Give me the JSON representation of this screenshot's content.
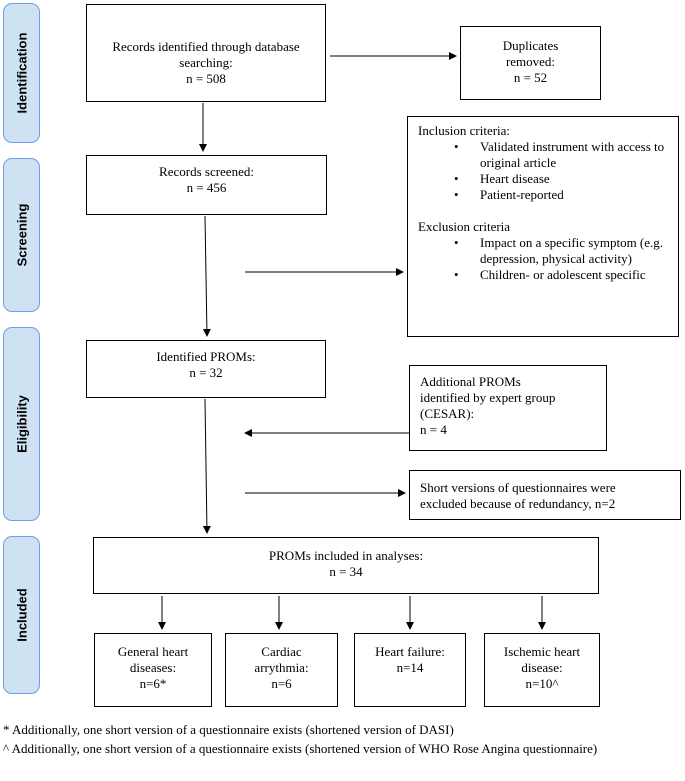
{
  "phases": {
    "identification": "Identification",
    "screening": "Screening",
    "eligibility": "Eligibility",
    "included": "Included"
  },
  "records_identified": {
    "line1": "Records identified through database",
    "line2": "searching:",
    "line3": "n = 508"
  },
  "duplicates": {
    "line1": "Duplicates",
    "line2": "removed:",
    "line3": "n = 52"
  },
  "records_screened": {
    "line1": "Records screened:",
    "line2": "n = 456"
  },
  "criteria": {
    "inclusion_title": "Inclusion criteria:",
    "inclusion": [
      "Validated instrument with access to original article",
      "Heart disease",
      "Patient-reported"
    ],
    "exclusion_title": "Exclusion criteria",
    "exclusion": [
      "Impact on a specific symptom (e.g. depression, physical activity)",
      "Children- or adolescent specific"
    ]
  },
  "identified_proms": {
    "line1": "Identified PROMs:",
    "line2": "n = 32"
  },
  "additional_proms": {
    "line1": "Additional PROMs",
    "line2": "identified by expert group",
    "line3": "(CESAR):",
    "line4": "n = 4"
  },
  "short_versions": {
    "line1": "Short versions of questionnaires were",
    "line2": "excluded because of redundancy, n=2"
  },
  "proms_included": {
    "line1": "PROMs included in analyses:",
    "line2": "n = 34"
  },
  "categories": [
    {
      "line1": "General heart",
      "line2": "diseases:",
      "line3": "n=6*"
    },
    {
      "line1": "Cardiac",
      "line2": "arrythmia:",
      "line3": "n=6"
    },
    {
      "line1": "Heart failure:",
      "line2": "n=14",
      "line3": ""
    },
    {
      "line1": "Ischemic heart",
      "line2": "disease:",
      "line3": "n=10^"
    }
  ],
  "footnotes": {
    "note1": "* Additionally, one short version of a questionnaire exists (shortened version of DASI)",
    "note2": "^ Additionally, one short version of a questionnaire exists (shortened version of WHO Rose Angina questionnaire)"
  }
}
